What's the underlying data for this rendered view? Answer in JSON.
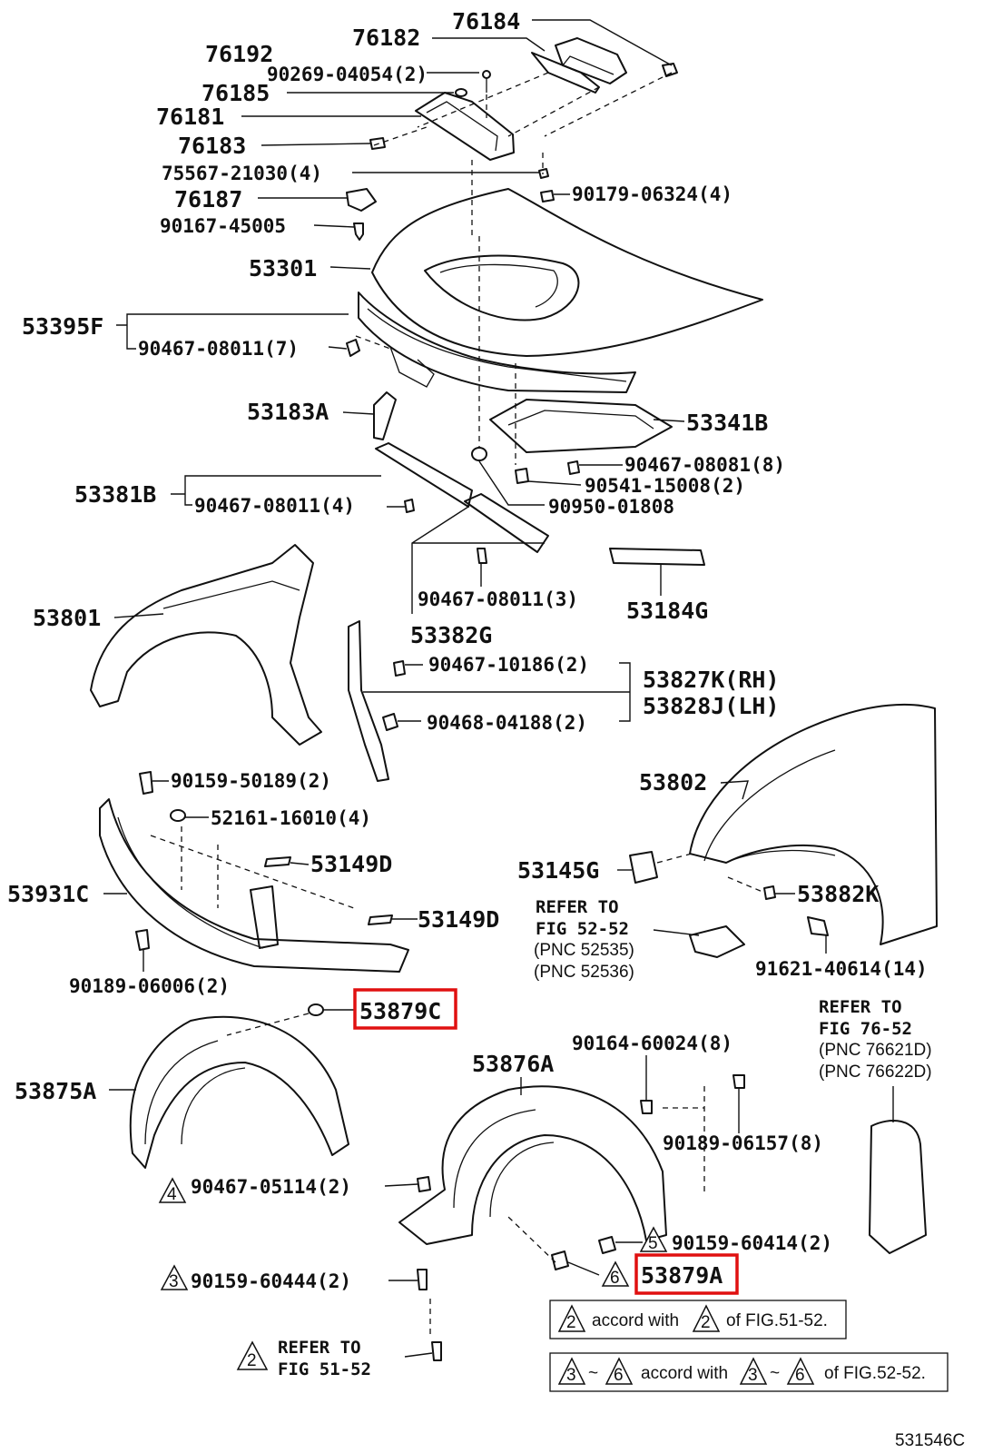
{
  "diagram_id": "531546C",
  "labels": {
    "p76184": "76184",
    "p76182": "76182",
    "p76192": "76192",
    "p90269": "90269-04054(2)",
    "p76185": "76185",
    "p76181": "76181",
    "p76183": "76183",
    "p75567": "75567-21030(4)",
    "p90179": "90179-06324(4)",
    "p76187": "76187",
    "p90167": "90167-45005",
    "p53301": "53301",
    "p53395F": "53395F",
    "p90467_7": "90467-08011(7)",
    "p53183A": "53183A",
    "p53341B": "53341B",
    "p90467_08081": "90467-08081(8)",
    "p90541": "90541-15008(2)",
    "p53381B": "53381B",
    "p90467_4": "90467-08011(4)",
    "p90950": "90950-01808",
    "p90467_3": "90467-08011(3)",
    "p53184G": "53184G",
    "p53382G": "53382G",
    "p53801": "53801",
    "p90467_10186": "90467-10186(2)",
    "p53827K": "53827K(RH)",
    "p53828J": "53828J(LH)",
    "p90468": "90468-04188(2)",
    "p53802": "53802",
    "p90159_50189": "90159-50189(2)",
    "p52161": "52161-16010(4)",
    "p53149D_a": "53149D",
    "p53931C": "53931C",
    "p53149D_b": "53149D",
    "p53145G": "53145G",
    "p53882K": "53882K",
    "p90189_06006": "90189-06006(2)",
    "p91621": "91621-40614(14)",
    "p53879C": "53879C",
    "p53875A": "53875A",
    "p53876A": "53876A",
    "p90164": "90164-60024(8)",
    "p90189_06157": "90189-06157(8)",
    "p90467_05114": "90467-05114(2)",
    "p90159_60414": "90159-60414(2)",
    "p90159_60444": "90159-60444(2)",
    "p53879A": "53879A"
  },
  "refers": {
    "r52_title": "REFER TO",
    "r52_fig": "FIG 52-52",
    "r52_pnc1": "(PNC 52535)",
    "r52_pnc2": "(PNC 52536)",
    "r76_title": "REFER TO",
    "r76_fig": "FIG 76-52",
    "r76_pnc1": "(PNC 76621D)",
    "r76_pnc2": "(PNC 76622D)",
    "r51_title": "REFER TO",
    "r51_fig": "FIG 51-52"
  },
  "triangles": {
    "t4": "4",
    "t5": "5",
    "t6": "6",
    "t3": "3",
    "t2": "2"
  },
  "notes": {
    "n1_num_a": "2",
    "n1_text_a": "accord with",
    "n1_num_b": "2",
    "n1_text_b": "of FIG.51-52.",
    "n2_num_a": "3",
    "n2_sep_a": "~",
    "n2_num_b": "6",
    "n2_text_a": "accord with",
    "n2_num_c": "3",
    "n2_sep_b": "~",
    "n2_num_d": "6",
    "n2_text_b": "of FIG.52-52."
  },
  "colors": {
    "highlight": "#e01010",
    "ink": "#111111"
  }
}
